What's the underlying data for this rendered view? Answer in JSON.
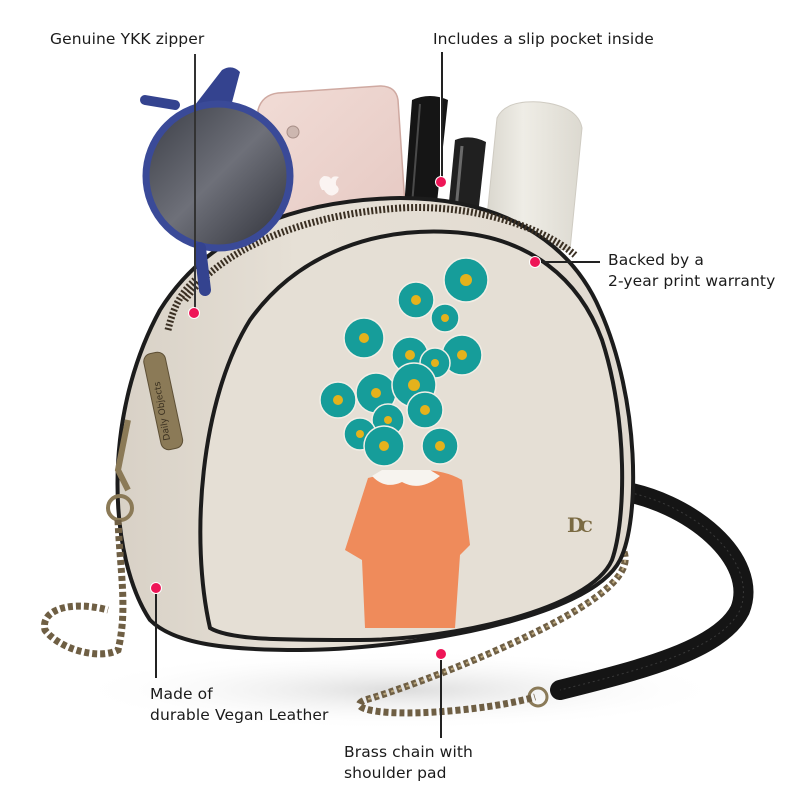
{
  "product": {
    "type": "half-moon crossbody bag",
    "brand_mark": "DC",
    "zipper_pull_text": "Daily Objects",
    "colors": {
      "body": "#e3ddd3",
      "piping": "#1c1c1c",
      "strap": "#151515",
      "chain": "#7a6a4e",
      "flower_petal": "#169d9a",
      "flower_center": "#e4b21c",
      "dress": "#ee8a5a",
      "callout_dot": "#ee1557"
    }
  },
  "callouts": [
    {
      "id": "zipper",
      "lines": [
        "Genuine YKK zipper"
      ]
    },
    {
      "id": "pocket",
      "lines": [
        "Includes a slip pocket inside"
      ]
    },
    {
      "id": "warranty",
      "lines": [
        "Backed by a",
        "2-year print warranty"
      ]
    },
    {
      "id": "leather",
      "lines": [
        "Made of",
        "durable Vegan Leather"
      ]
    },
    {
      "id": "chain",
      "lines": [
        "Brass chain with",
        "shoulder pad"
      ]
    }
  ],
  "accessories": [
    "sunglasses-icon",
    "phone-icon",
    "mascara-icon",
    "lipstick-icon",
    "bottle-icon"
  ]
}
